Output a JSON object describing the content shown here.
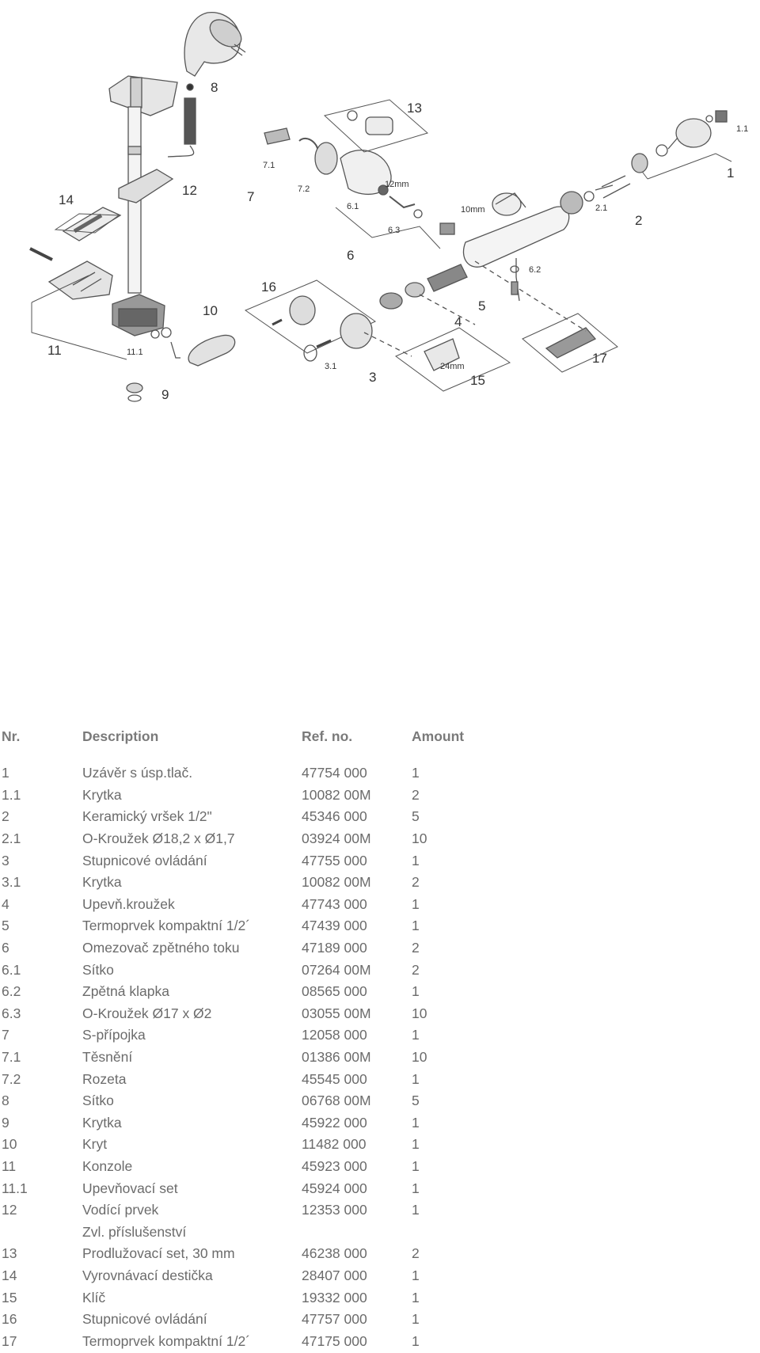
{
  "diagram": {
    "callouts": [
      "1",
      "1.1",
      "2",
      "2.1",
      "3",
      "3.1",
      "4",
      "5",
      "6",
      "6.1",
      "6.2",
      "6.3",
      "7",
      "7.1",
      "7.2",
      "8",
      "9",
      "10",
      "11",
      "11.1",
      "12",
      "13",
      "14",
      "15",
      "16",
      "17"
    ],
    "dimension_labels": [
      "12mm",
      "10mm",
      "24mm"
    ]
  },
  "table": {
    "headers": {
      "nr": "Nr.",
      "description": "Description",
      "ref": "Ref. no.",
      "amount": "Amount"
    },
    "rows": [
      {
        "nr": "1",
        "description": "Uzávěr s úsp.tlač.",
        "ref": "47754 000",
        "amount": "1"
      },
      {
        "nr": "1.1",
        "description": "Krytka",
        "ref": "10082 00M",
        "amount": "2"
      },
      {
        "nr": "2",
        "description": "Keramický vršek 1/2\"",
        "ref": "45346 000",
        "amount": "5"
      },
      {
        "nr": "2.1",
        "description": "O-Kroužek Ø18,2 x Ø1,7",
        "ref": "03924 00M",
        "amount": "10"
      },
      {
        "nr": "3",
        "description": "Stupnicové ovládání",
        "ref": "47755 000",
        "amount": "1"
      },
      {
        "nr": "3.1",
        "description": "Krytka",
        "ref": "10082 00M",
        "amount": "2"
      },
      {
        "nr": "4",
        "description": "Upevň.kroužek",
        "ref": "47743 000",
        "amount": "1"
      },
      {
        "nr": "5",
        "description": "Termoprvek kompaktní 1/2´",
        "ref": "47439 000",
        "amount": "1"
      },
      {
        "nr": "6",
        "description": "Omezovač zpětného toku",
        "ref": "47189 000",
        "amount": "2"
      },
      {
        "nr": "6.1",
        "description": "Sítko",
        "ref": "07264 00M",
        "amount": "2"
      },
      {
        "nr": "6.2",
        "description": "Zpětná klapka",
        "ref": "08565 000",
        "amount": "1"
      },
      {
        "nr": "6.3",
        "description": "O-Kroužek Ø17 x Ø2",
        "ref": "03055 00M",
        "amount": "10"
      },
      {
        "nr": "7",
        "description": "S-přípojka",
        "ref": "12058 000",
        "amount": "1"
      },
      {
        "nr": "7.1",
        "description": "Těsnění",
        "ref": "01386 00M",
        "amount": "10"
      },
      {
        "nr": "7.2",
        "description": "Rozeta",
        "ref": "45545 000",
        "amount": "1"
      },
      {
        "nr": "8",
        "description": "Sítko",
        "ref": "06768 00M",
        "amount": "5"
      },
      {
        "nr": "9",
        "description": "Krytka",
        "ref": "45922 000",
        "amount": "1"
      },
      {
        "nr": "10",
        "description": "Kryt",
        "ref": "11482 000",
        "amount": "1"
      },
      {
        "nr": "11",
        "description": "Konzole",
        "ref": "45923 000",
        "amount": "1"
      },
      {
        "nr": "11.1",
        "description": "Upevňovací set",
        "ref": "45924 000",
        "amount": "1"
      },
      {
        "nr": "12",
        "description": "Vodící prvek",
        "ref": "12353 000",
        "amount": "1"
      },
      {
        "nr": "",
        "description": "Zvl. příslušenství",
        "ref": "",
        "amount": ""
      },
      {
        "nr": "13",
        "description": "Prodlužovací set, 30 mm",
        "ref": "46238 000",
        "amount": "2"
      },
      {
        "nr": "14",
        "description": "Vyrovnávací destička",
        "ref": "28407 000",
        "amount": "1"
      },
      {
        "nr": "15",
        "description": "Klíč",
        "ref": "19332 000",
        "amount": "1"
      },
      {
        "nr": "16",
        "description": "Stupnicové ovládání",
        "ref": "47757 000",
        "amount": "1"
      },
      {
        "nr": "17",
        "description": "Termoprvek kompaktní 1/2´",
        "ref": "47175 000",
        "amount": "1"
      }
    ]
  }
}
